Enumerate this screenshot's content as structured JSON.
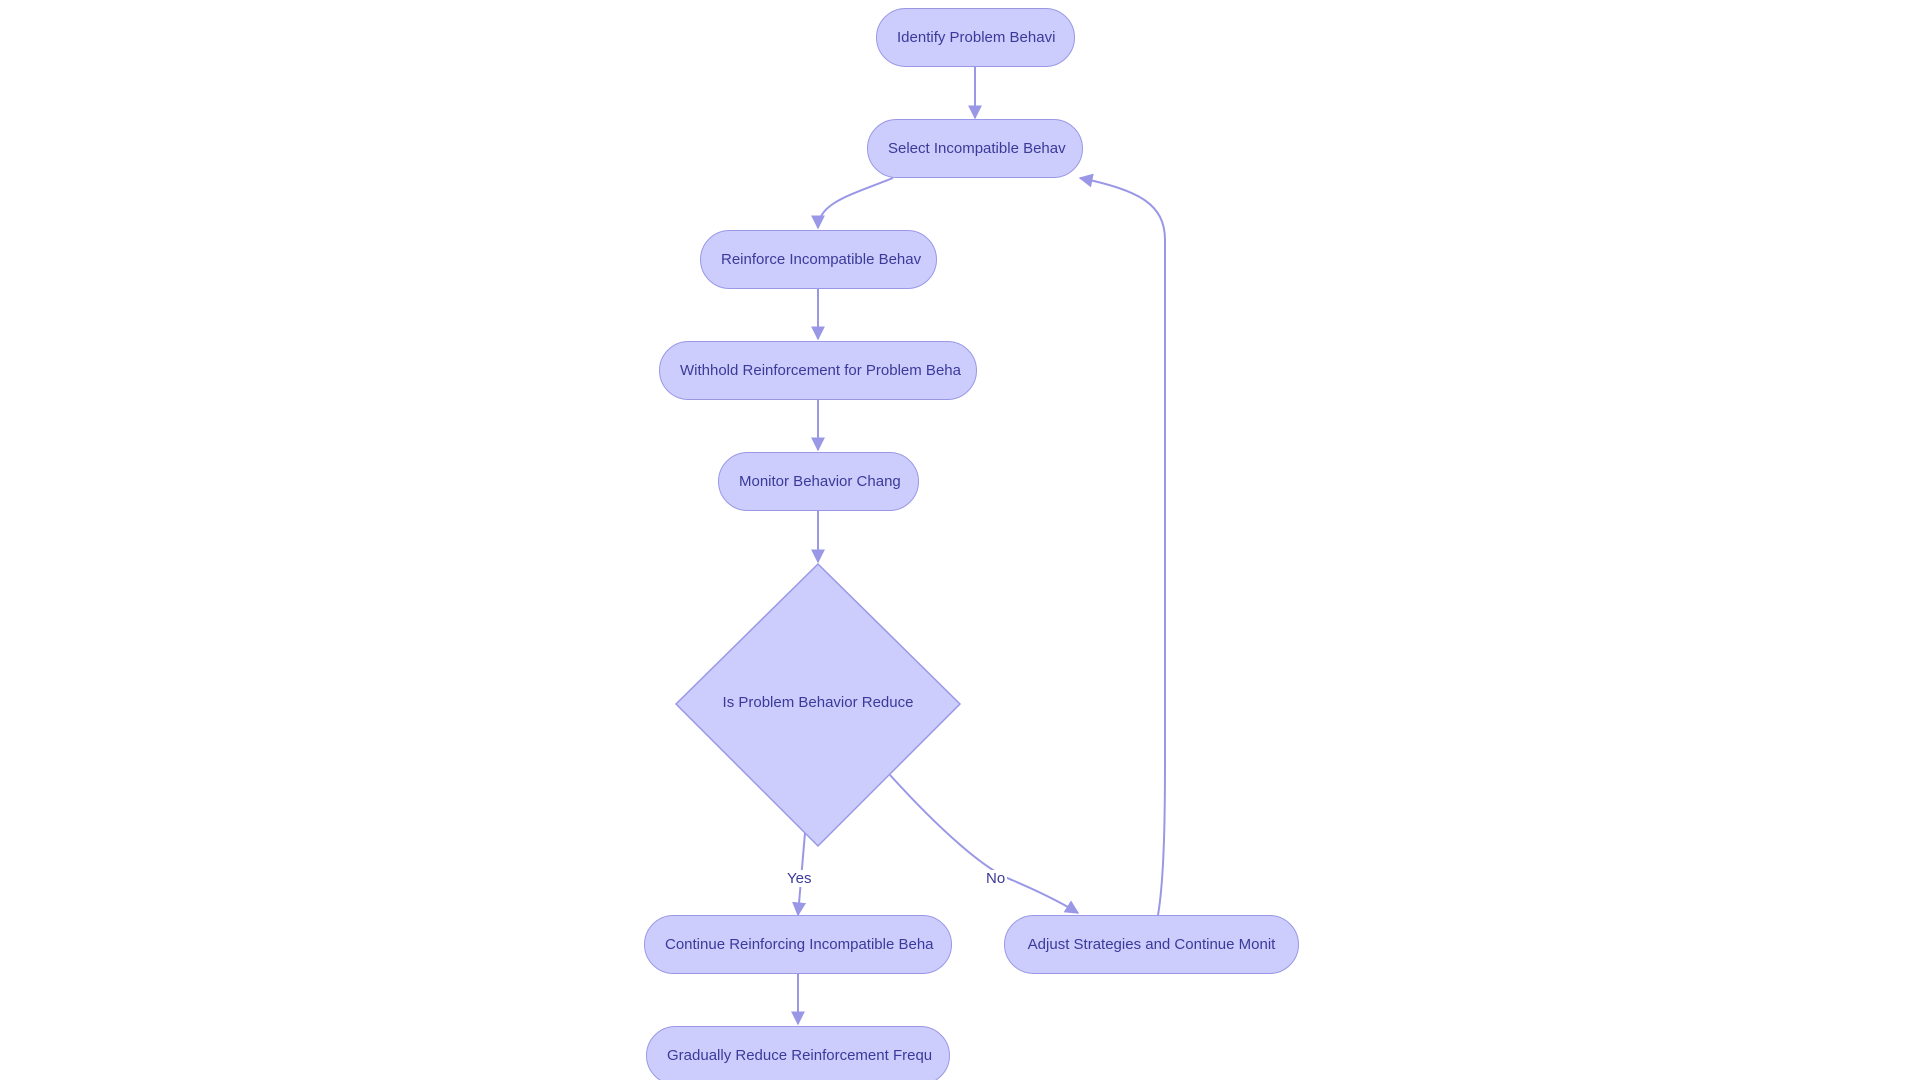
{
  "diagram": {
    "nodes": {
      "identify": "Identify Problem Behavi",
      "select": "Select Incompatible Behav",
      "reinforce": "Reinforce Incompatible Behav",
      "withhold": "Withhold Reinforcement for Problem Beha",
      "monitor": "Monitor Behavior Chang",
      "decision": "Is Problem Behavior Reduce",
      "continue": "Continue Reinforcing Incompatible Beha",
      "adjust": "Adjust Strategies and Continue Monit",
      "reduce": "Gradually Reduce Reinforcement Frequ"
    },
    "edge_labels": {
      "yes": "Yes",
      "no": "No"
    },
    "colors": {
      "node_fill": "#cccdfc",
      "node_stroke": "#9a98e6",
      "edge": "#9a98e6",
      "text": "#3b3a9a"
    }
  }
}
